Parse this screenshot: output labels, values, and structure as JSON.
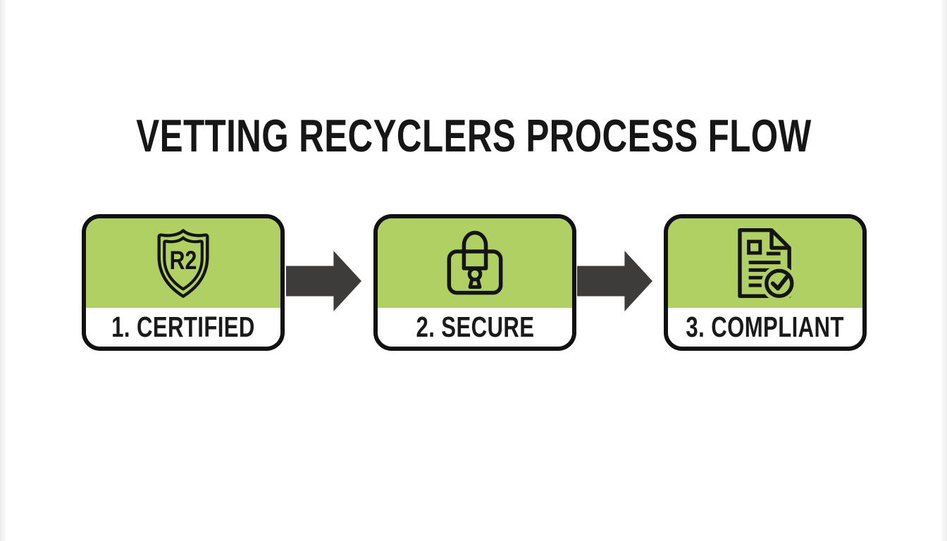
{
  "title": "VETTING RECYCLERS PROCESS FLOW",
  "steps": [
    {
      "label": "1. CERTIFIED",
      "icon": "r2-shield-icon",
      "icon_text": "R2"
    },
    {
      "label": "2. SECURE",
      "icon": "padlock-icon"
    },
    {
      "label": "3. COMPLIANT",
      "icon": "document-check-icon"
    }
  ],
  "arrows": [
    {
      "name": "arrow-step1-to-step2",
      "direction": "right"
    },
    {
      "name": "arrow-step2-to-step3",
      "direction": "right"
    }
  ],
  "colors": {
    "step_green": "#b1d064",
    "arrow_gray": "#3e3c3b",
    "outline_black": "#111111",
    "background": "#ffffff",
    "text": "#1a1a1a"
  }
}
